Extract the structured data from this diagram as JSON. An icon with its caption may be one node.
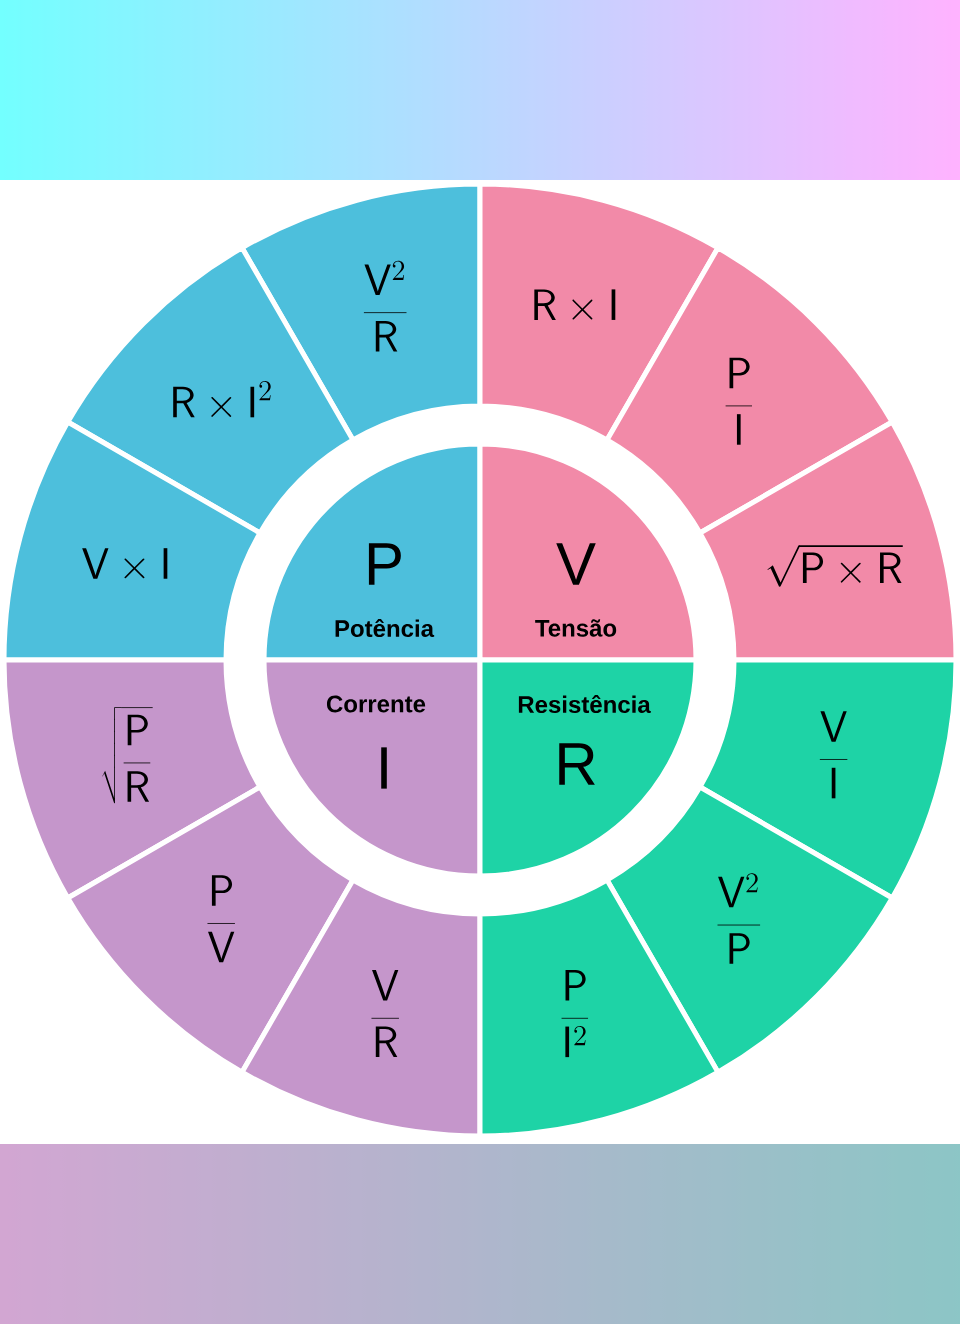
{
  "diagram": {
    "nodes": [
      {
        "text": [
          "P",
          "Potência"
        ]
      },
      {
        "text": [
          "V",
          "Tensão"
        ]
      },
      {
        "text": [
          "Corrente",
          "I"
        ]
      },
      {
        "text": [
          "Resistência",
          "R"
        ]
      },
      {
        "text": [
          "\\frac{\\mathsf{V}^{2}}{\\mathsf{R}}"
        ]
      },
      {
        "text": [
          "\\mathsf{R}\\times\\mathsf{I}^{2}"
        ]
      },
      {
        "text": [
          "\\mathsf{V}\\times\\mathsf{I}"
        ]
      },
      {
        "text": [
          "\\mathsf{R}\\times\\mathsf{I}"
        ]
      },
      {
        "text": [
          "\\frac{\\mathsf{P}}{\\mathsf{I}}"
        ]
      },
      {
        "text": [
          "\\sqrt{\\mathsf{P}\\times\\mathsf{R}}"
        ]
      },
      {
        "text": [
          "\\sqrt{\\frac{\\mathsf{P}}{\\mathsf{R}}}"
        ]
      },
      {
        "text": [
          "\\frac{\\mathsf{P}}{\\mathsf{V}}"
        ]
      },
      {
        "text": [
          "\\frac{\\mathsf{V}}{\\mathsf{R}}"
        ]
      },
      {
        "text": [
          "\\frac{\\mathsf{V}}{\\mathsf{I}}"
        ]
      },
      {
        "text": [
          "\\frac{\\mathsf{V}^{2}}{\\mathsf{P}}"
        ]
      },
      {
        "text": [
          "\\frac{\\mathsf{P}}{\\mathsf{I}^{2}}"
        ]
      }
    ]
  }
}
